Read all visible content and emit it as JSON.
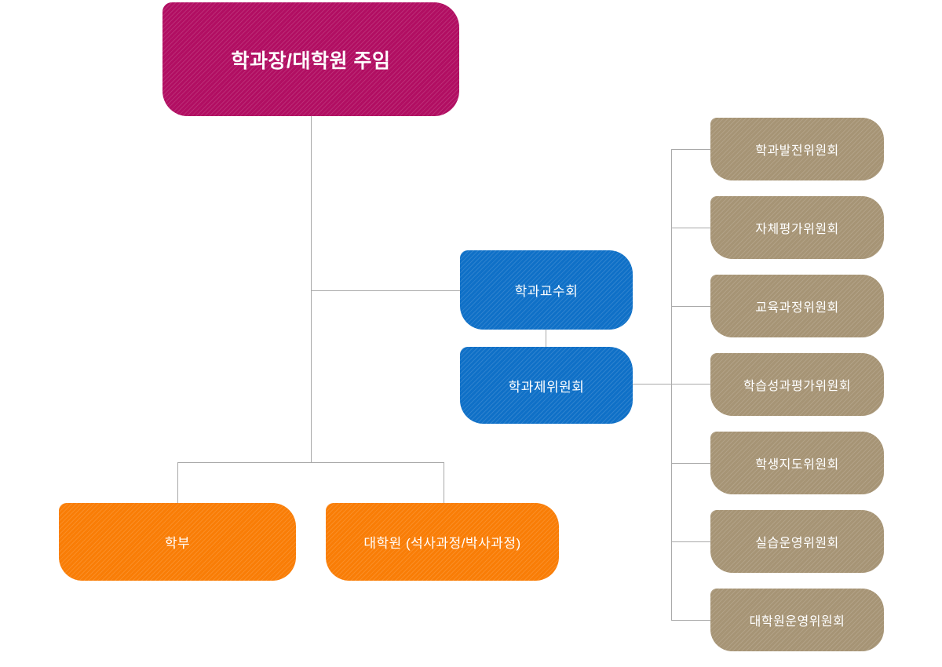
{
  "diagram": {
    "type": "organization-chart",
    "background_color": "#ffffff",
    "connector_color": "#a9a9a9",
    "text_color": "#ffffff",
    "root": {
      "label": "학과장/대학원 주임",
      "color": "#b10e62"
    },
    "faculty_council": {
      "label": "학과교수회",
      "color": "#0f70c7"
    },
    "dept_committees": {
      "label": "학과제위원회",
      "color": "#0f70c7"
    },
    "undergraduate": {
      "label": "학부",
      "color": "#f97d06"
    },
    "graduate": {
      "label": "대학원 (석사과정/박사과정)",
      "color": "#f97d06"
    },
    "committees": {
      "color": "#a69475",
      "items": [
        {
          "label": "학과발전위원회"
        },
        {
          "label": "자체평가위원회"
        },
        {
          "label": "교육과정위원회"
        },
        {
          "label": "학습성과평가위원회"
        },
        {
          "label": "학생지도위원회"
        },
        {
          "label": "실습운영위원회"
        },
        {
          "label": "대학원운영위원회"
        }
      ]
    }
  }
}
